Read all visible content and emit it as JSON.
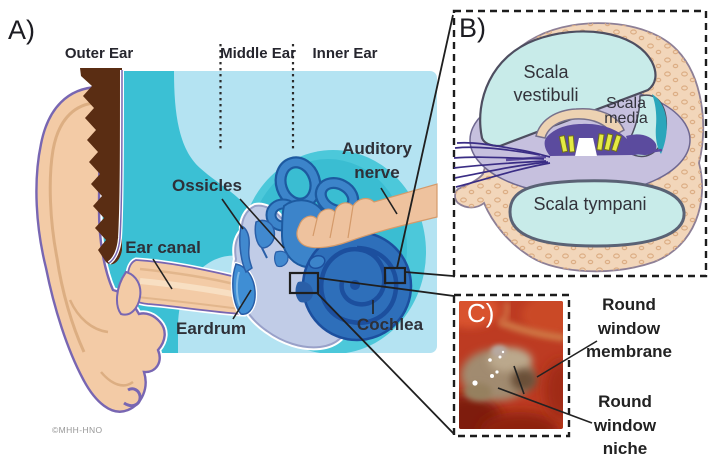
{
  "figure": {
    "type": "ear-anatomy-diagram"
  },
  "panel_a": {
    "label": "A)",
    "regions": {
      "outer": "Outer Ear",
      "middle": "Middle Ear",
      "inner": "Inner Ear"
    },
    "annotations": {
      "ossicles": "Ossicles",
      "ear_canal": "Ear canal",
      "eardrum": "Eardrum",
      "auditory_nerve": "Auditory\nnerve",
      "cochlea": "Cochlea"
    },
    "credit": "©MHH-HNO"
  },
  "panel_b": {
    "label": "B)",
    "scala_vestibuli": "Scala\nvestibuli",
    "scala_media": "Scala\nmedia",
    "scala_tympani": "Scala tympani"
  },
  "panel_c": {
    "label": "C)",
    "round_window_membrane": "Round\nwindow\nmembrane",
    "round_window_niche": "Round\nwindow\nniche"
  },
  "colors": {
    "panel_bg_light_blue": "#b4e3f2",
    "teal": "#41c3d6",
    "skin": "#f3cba6",
    "hair_brown": "#5a2d13",
    "outline_purple": "#7866b2",
    "middle_ear_lavender": "#c1cce7",
    "ossicle_blue": "#3c84ca",
    "cochlea_blue": "#2e6fba",
    "nerve_tan": "#eec29e",
    "bone_peach": "#f2d6ba",
    "scala_fluid_cyan": "#c8ebe9",
    "scala_media_teal": "#2aa6bb",
    "organ_purple": "#5b4b9e",
    "hair_cell_yellow": "#e4ea43",
    "photo_red": "#bd3b22",
    "text_dark": "#2e2e36"
  }
}
